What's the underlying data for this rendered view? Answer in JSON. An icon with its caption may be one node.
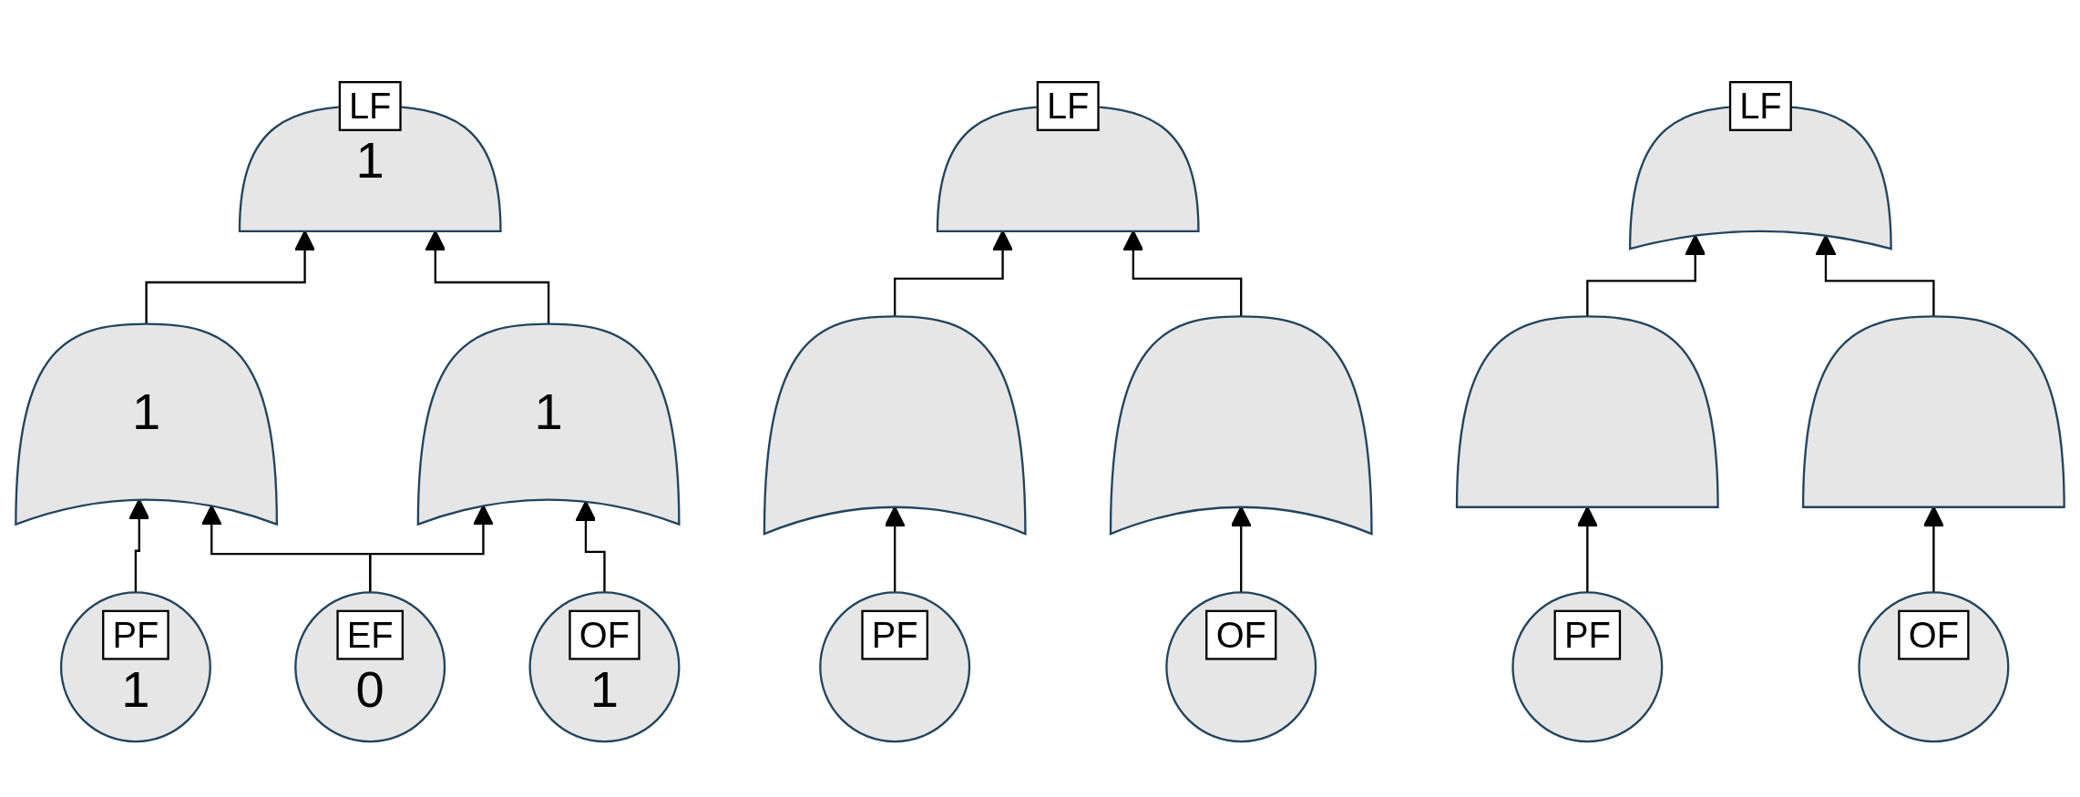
{
  "diagram": {
    "nodes": [
      {
        "text": [
          "LF",
          "1"
        ]
      },
      {
        "text": [
          "1"
        ]
      },
      {
        "text": [
          "1"
        ]
      },
      {
        "text": [
          "PF",
          "1"
        ]
      },
      {
        "text": [
          "EF",
          "0"
        ]
      },
      {
        "text": [
          "OF",
          "1"
        ]
      },
      {
        "text": [
          "LF"
        ]
      },
      {
        "text": [],
        "shape": "gate"
      },
      {
        "text": [],
        "shape": "gate"
      },
      {
        "text": [
          "PF"
        ]
      },
      {
        "text": [
          "OF"
        ]
      },
      {
        "text": [
          "LF"
        ]
      },
      {
        "text": [],
        "shape": "gate"
      },
      {
        "text": [],
        "shape": "gate"
      },
      {
        "text": [
          "PF"
        ]
      },
      {
        "text": [
          "OF"
        ]
      }
    ],
    "edges": [
      {
        "from": 1,
        "to": 0,
        "arrow": "to"
      },
      {
        "from": 2,
        "to": 0,
        "arrow": "to"
      },
      {
        "from": 3,
        "to": 1,
        "arrow": "to"
      },
      {
        "from": 4,
        "to": 1,
        "arrow": "to"
      },
      {
        "from": 4,
        "to": 2,
        "arrow": "to"
      },
      {
        "from": 5,
        "to": 2,
        "arrow": "to"
      },
      {
        "from": 7,
        "to": 6,
        "arrow": "to"
      },
      {
        "from": 8,
        "to": 6,
        "arrow": "to"
      },
      {
        "from": 9,
        "to": 7,
        "arrow": "to"
      },
      {
        "from": 10,
        "to": 8,
        "arrow": "to"
      },
      {
        "from": 12,
        "to": 11,
        "arrow": "to"
      },
      {
        "from": 13,
        "to": 11,
        "arrow": "to"
      },
      {
        "from": 14,
        "to": 12,
        "arrow": "to"
      },
      {
        "from": 15,
        "to": 13,
        "arrow": "to"
      }
    ]
  }
}
